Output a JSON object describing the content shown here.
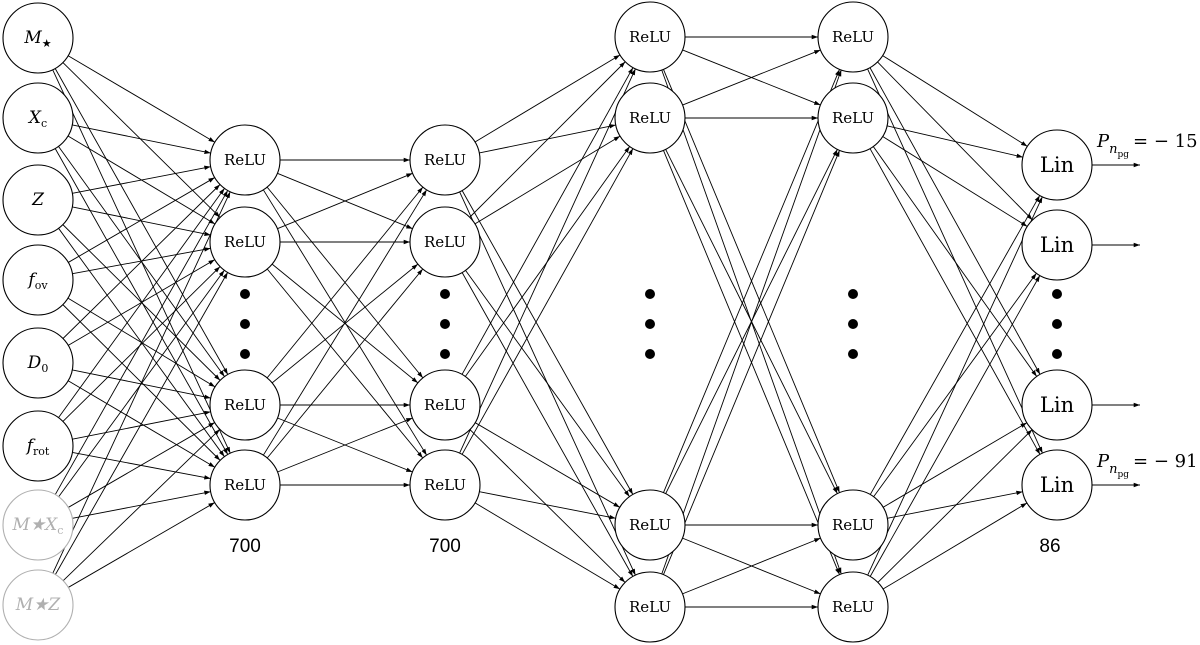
{
  "inputs": [
    {
      "label": "M",
      "sub": "★",
      "italic": true,
      "faded": false
    },
    {
      "label": "X",
      "sub": "c",
      "italic": true,
      "faded": false
    },
    {
      "label": "Z",
      "sub": "",
      "italic": true,
      "faded": false
    },
    {
      "label": "f",
      "sub": "ov",
      "italic": true,
      "faded": false
    },
    {
      "label": "D",
      "sub": "0",
      "italic": true,
      "faded": false
    },
    {
      "label": "f",
      "sub": "rot",
      "italic": true,
      "faded": false
    },
    {
      "label": "M★X",
      "sub": "c",
      "italic": true,
      "faded": true
    },
    {
      "label": "M★Z",
      "sub": "",
      "italic": true,
      "faded": true
    }
  ],
  "layers": [
    {
      "node_label": "ReLU",
      "count": "700"
    },
    {
      "node_label": "ReLU",
      "count": "700"
    },
    {
      "node_label": "ReLU",
      "count": ""
    },
    {
      "node_label": "ReLU",
      "count": ""
    },
    {
      "node_label": "Lin",
      "count": "86"
    }
  ],
  "outputs": {
    "top": {
      "symbol": "P",
      "sub": "n",
      "subsub": "pg",
      "value": "= − 15"
    },
    "bottom": {
      "symbol": "P",
      "sub": "n",
      "subsub": "pg",
      "value": "= − 91"
    }
  },
  "colors": {
    "line": "#000000",
    "faded": "#b0b0b0"
  }
}
